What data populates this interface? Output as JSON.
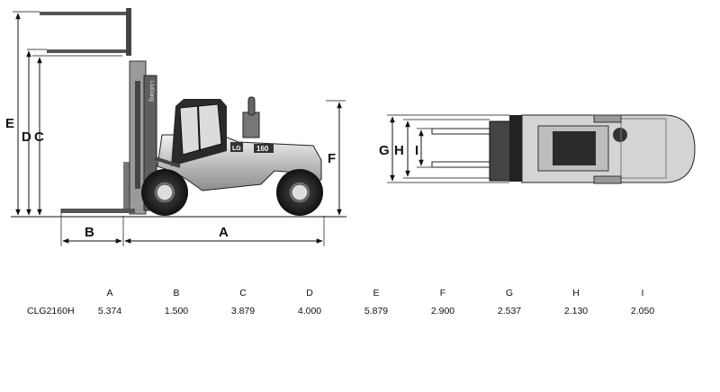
{
  "diagram": {
    "side_labels": {
      "A": "A",
      "B": "B",
      "C": "C",
      "D": "D",
      "E": "E",
      "F": "F"
    },
    "top_labels": {
      "G": "G",
      "H": "H",
      "I": "I"
    },
    "truck_text": {
      "brand": "LiuGong",
      "logo": "LG",
      "model_badge": "160"
    }
  },
  "spec_table": {
    "headers": [
      "A",
      "B",
      "C",
      "D",
      "E",
      "F",
      "G",
      "H",
      "I"
    ],
    "rows": [
      {
        "model": "CLG2160H",
        "values": [
          "5.374",
          "1.500",
          "3.879",
          "4.000",
          "5.879",
          "2.900",
          "2.537",
          "2.130",
          "2.050"
        ]
      }
    ]
  }
}
